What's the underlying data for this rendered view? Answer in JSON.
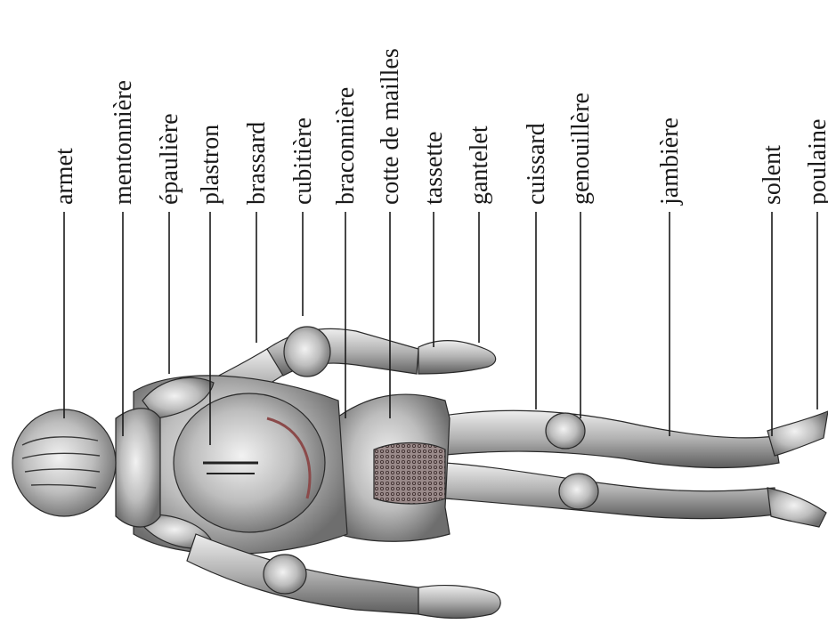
{
  "diagram": {
    "subject": "armour",
    "labels": [
      "armet",
      "mentonnière",
      "épaulière",
      "plastron",
      "brassard",
      "cubitière",
      "braconnière",
      "cotte de mailles",
      "tassette",
      "gantelet",
      "cuissard",
      "genouillère",
      "jambière",
      "solent",
      "poulaine"
    ]
  },
  "colors": {
    "ink": "#1a1a1a",
    "metal_light": "#d9d9d9",
    "metal_mid": "#a8a8a8",
    "metal_dark": "#4a4a4a",
    "accent": "#8b4a4a"
  }
}
